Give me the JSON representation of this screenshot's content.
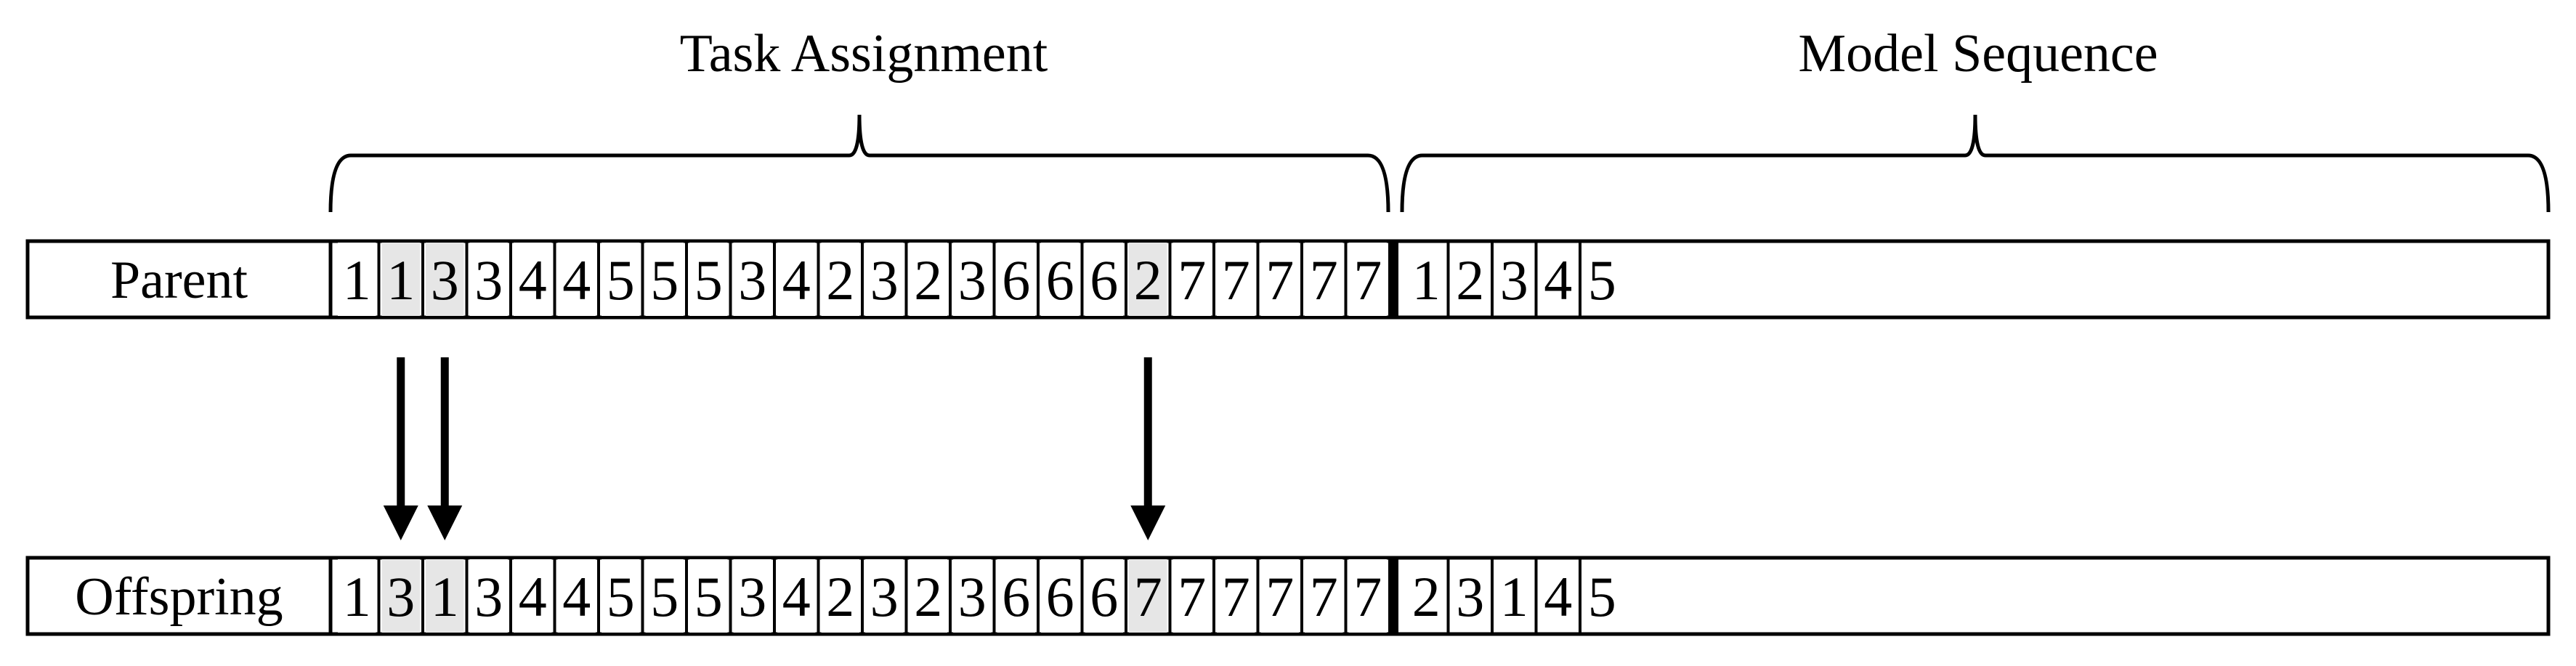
{
  "labels": {
    "task_assignment": "Task Assignment",
    "model_sequence": "Model Sequence"
  },
  "rows": [
    {
      "label": "Parent",
      "task_genes": [
        "1",
        "1",
        "3",
        "3",
        "4",
        "4",
        "5",
        "5",
        "5",
        "3",
        "4",
        "2",
        "3",
        "2",
        "3",
        "6",
        "6",
        "6",
        "2",
        "7",
        "7",
        "7",
        "7",
        "7"
      ],
      "model_genes": [
        "1",
        "2",
        "3",
        "4",
        "5"
      ]
    },
    {
      "label": "Offspring",
      "task_genes": [
        "1",
        "3",
        "1",
        "3",
        "4",
        "4",
        "5",
        "5",
        "5",
        "3",
        "4",
        "2",
        "3",
        "2",
        "3",
        "6",
        "6",
        "6",
        "7",
        "7",
        "7",
        "7",
        "7",
        "7"
      ],
      "model_genes": [
        "2",
        "3",
        "1",
        "4",
        "5"
      ]
    }
  ],
  "highlighted_task_positions": [
    2,
    3,
    19
  ],
  "colors": {
    "highlight": "#e6e6e6",
    "stroke": "#000000",
    "background": "#ffffff"
  }
}
